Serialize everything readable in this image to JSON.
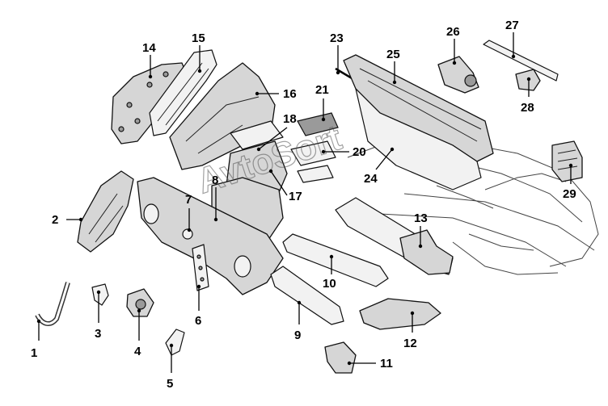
{
  "watermark": "AvtoSort",
  "callouts": [
    {
      "id": "1",
      "label": "1"
    },
    {
      "id": "2",
      "label": "2"
    },
    {
      "id": "3",
      "label": "3"
    },
    {
      "id": "4",
      "label": "4"
    },
    {
      "id": "5",
      "label": "5"
    },
    {
      "id": "6",
      "label": "6"
    },
    {
      "id": "7",
      "label": "7"
    },
    {
      "id": "8",
      "label": "8"
    },
    {
      "id": "9",
      "label": "9"
    },
    {
      "id": "10",
      "label": "10"
    },
    {
      "id": "11",
      "label": "11"
    },
    {
      "id": "12",
      "label": "12"
    },
    {
      "id": "13",
      "label": "13"
    },
    {
      "id": "14",
      "label": "14"
    },
    {
      "id": "15",
      "label": "15"
    },
    {
      "id": "16",
      "label": "16"
    },
    {
      "id": "17",
      "label": "17"
    },
    {
      "id": "18",
      "label": "18"
    },
    {
      "id": "20",
      "label": "20"
    },
    {
      "id": "21",
      "label": "21"
    },
    {
      "id": "23",
      "label": "23"
    },
    {
      "id": "24",
      "label": "24"
    },
    {
      "id": "25",
      "label": "25"
    },
    {
      "id": "26",
      "label": "26"
    },
    {
      "id": "27",
      "label": "27"
    },
    {
      "id": "28",
      "label": "28"
    },
    {
      "id": "29",
      "label": "29"
    }
  ]
}
